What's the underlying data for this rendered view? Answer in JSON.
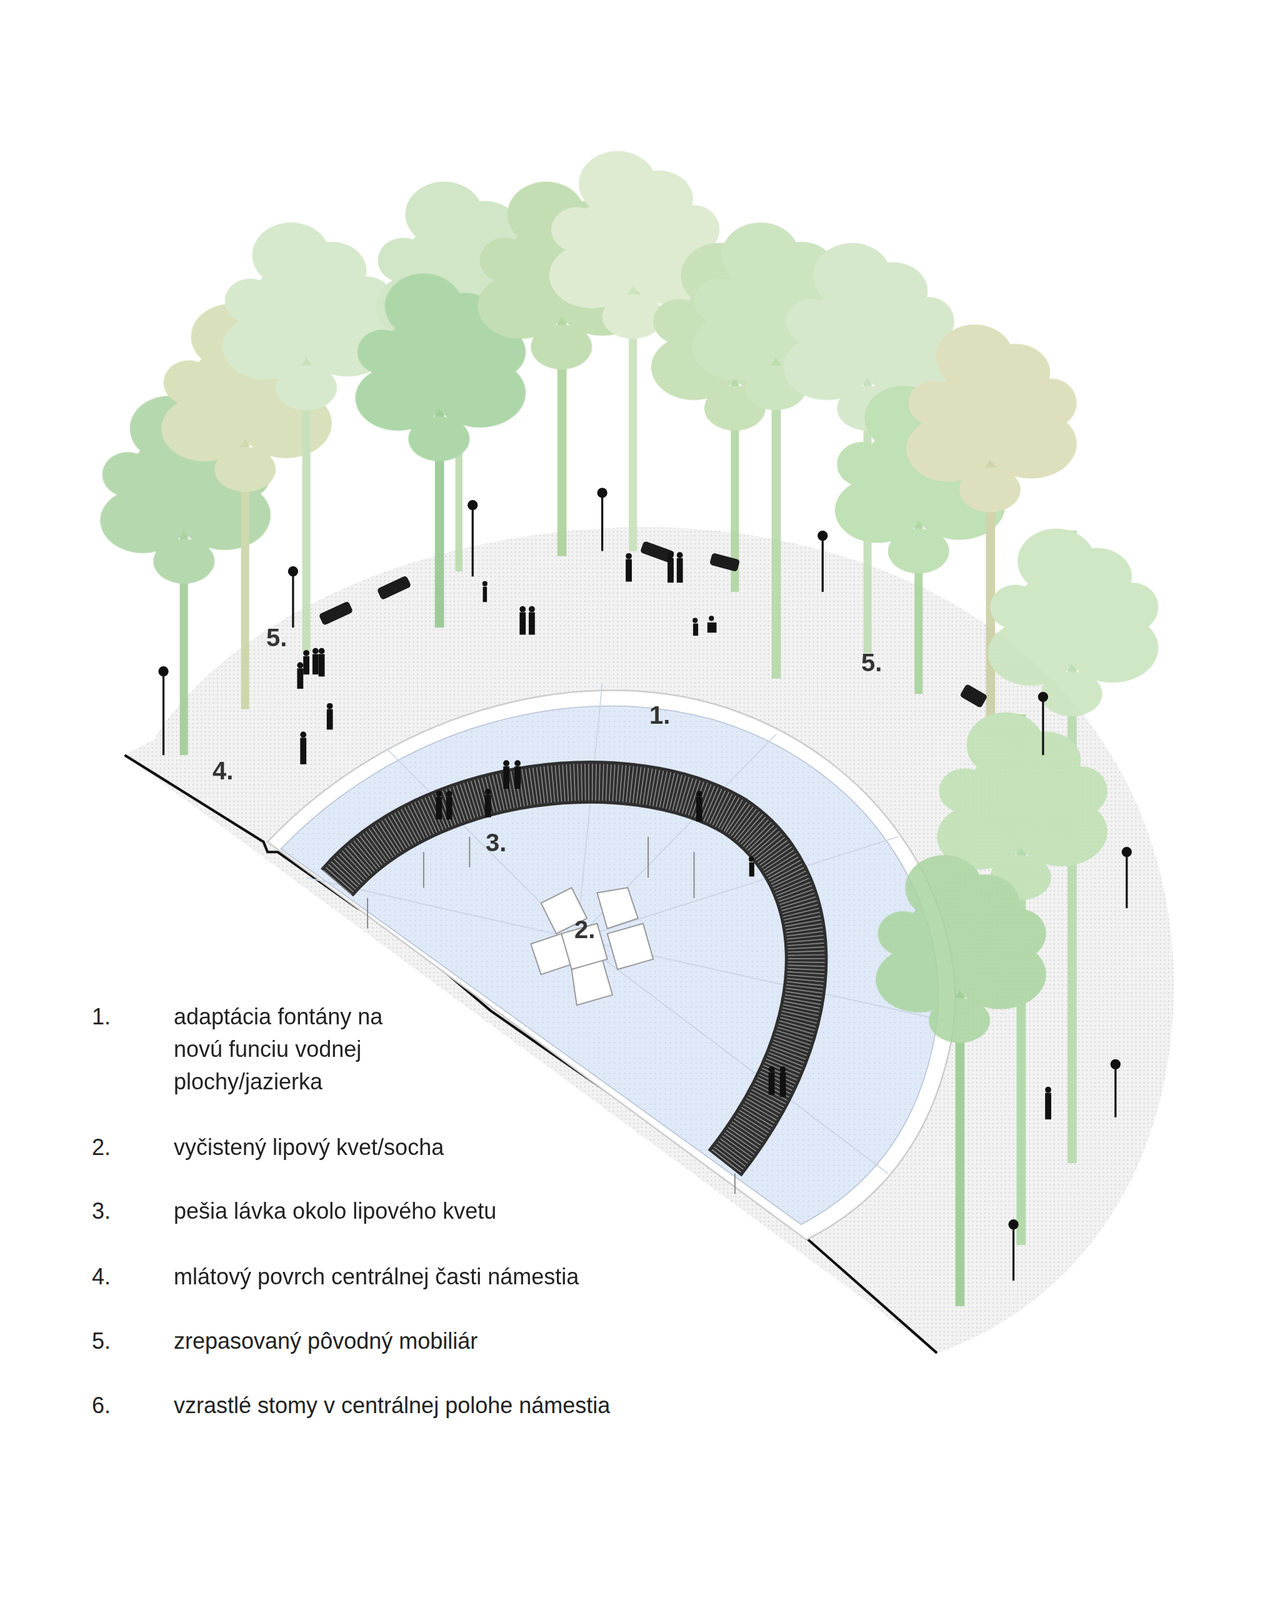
{
  "diagram": {
    "labels": [
      "5.",
      "5.",
      "1.",
      "4.",
      "3.",
      "2.",
      "1.",
      "adaptácia fontány na novú funciu vodnej plochy/jazierka",
      "2.",
      "vyčistený lipový kvet/socha",
      "3.",
      "pešia lávka okolo lipového kvetu",
      "4.",
      "mlátový povrch centrálnej časti námestia",
      "5.",
      "zrepasovaný pôvodný mobiliár",
      "6.",
      "vzrastlé stomy v centrálnej polohe námestia"
    ]
  }
}
